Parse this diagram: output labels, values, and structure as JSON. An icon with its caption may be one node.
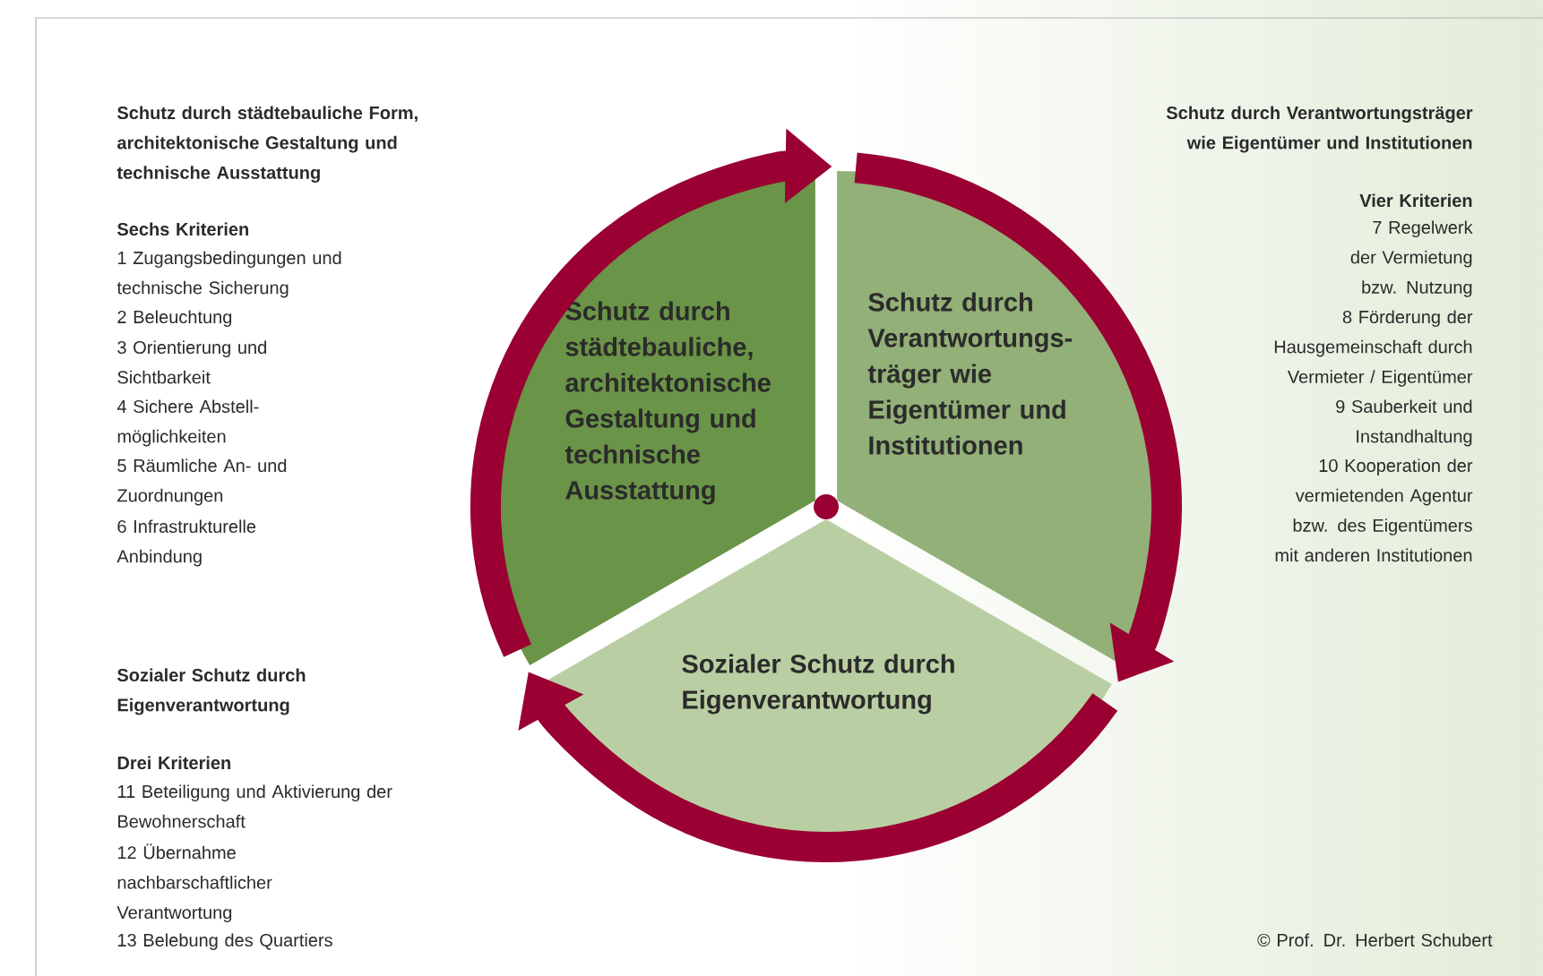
{
  "diagram": {
    "nodes": [
      {
        "text": [
          "Schutz durch städtebauliche, architektonische Gestaltung und technische Ausstattung"
        ]
      },
      {
        "text": [
          "Schutz durch Verantwortungs-träger wie Eigentümer und Institutionen"
        ]
      },
      {
        "text": [
          "Sozialer Schutz durch Eigenverantwortung"
        ]
      }
    ],
    "edges": [
      {
        "from": 0,
        "to": 1,
        "arrow": "to"
      },
      {
        "from": 1,
        "to": 2,
        "arrow": "to"
      },
      {
        "from": 2,
        "to": 0,
        "arrow": "to"
      }
    ],
    "labels": [
      "Schutz durch städtebauliche Form, architektonische Gestaltung und technische Ausstattung",
      "Sechs Kriterien",
      "1 Zugangsbedingungen und technische Sicherung",
      "2 Beleuchtung",
      "3 Orientierung und Sichtbarkeit",
      "4 Sichere Abstell-möglichkeiten",
      "5 Räumliche An- und Zuordnungen",
      "6 Infrastrukturelle Anbindung",
      "Schutz durch Verantwortungsträger wie Eigentümer und Institutionen",
      "Vier Kriterien",
      "7 Regelwerk der Vermietung bzw. Nutzung",
      "8 Förderung der Hausgemeinschaft durch Vermieter / Eigentümer",
      "9 Sauberkeit und Instandhaltung",
      "10 Kooperation der vermietenden Agentur bzw. des Eigentümers mit anderen Institutionen",
      "Sozialer Schutz durch Eigenverantwortung",
      "Drei Kriterien",
      "11 Beteiligung und Aktivierung der Bewohnerschaft",
      "12 Übernahme nachbarschaftlicher Verantwortung",
      "13 Belebung des Quartiers",
      "© Prof. Dr. Herbert Schubert"
    ]
  }
}
